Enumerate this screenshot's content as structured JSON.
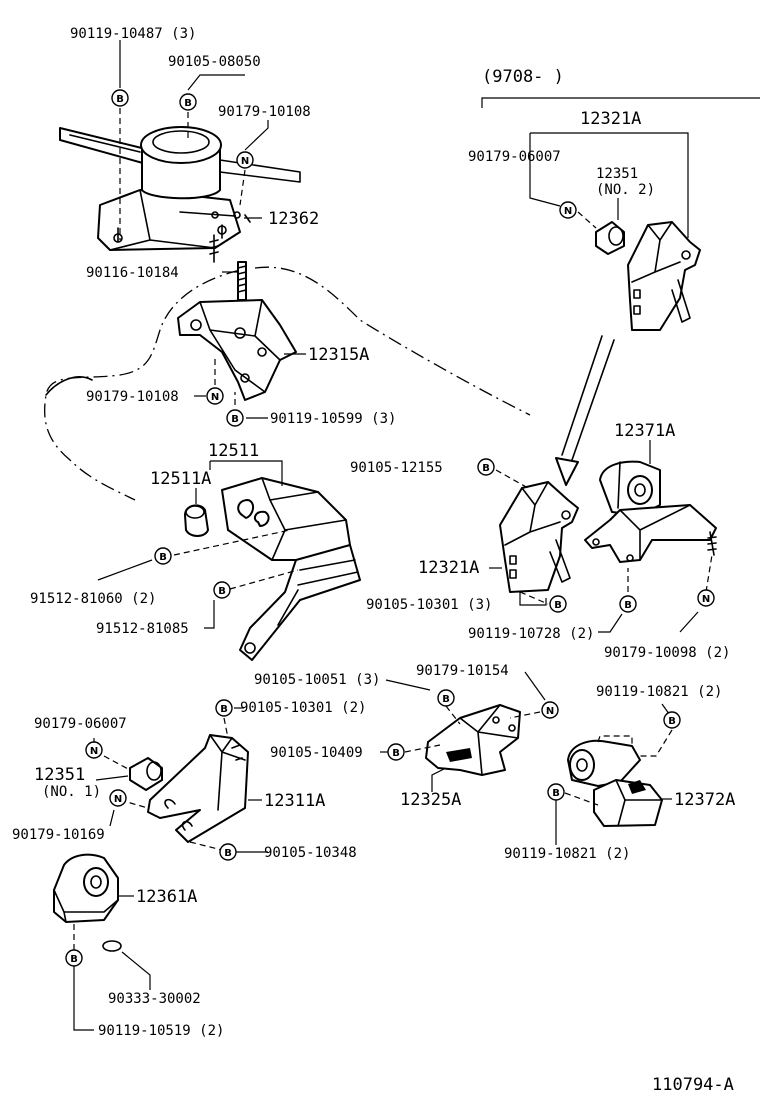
{
  "labels": {
    "l_90119_10487": "90119-10487 (3)",
    "l_90105_08050": "90105-08050",
    "l_90179_10108_top": "90179-10108",
    "l_12362": "12362",
    "l_90116_10184": "90116-10184",
    "l_12315A": "12315A",
    "l_90179_10108_mid": "90179-10108",
    "l_90119_10599": "90119-10599 (3)",
    "l_12511": "12511",
    "l_12511A": "12511A",
    "l_91512_81060": "91512-81060 (2)",
    "l_91512_81085": "91512-81085",
    "l_9708": "(9708-          )",
    "l_12321A_top": "12321A",
    "l_90179_06007_top": "90179-06007",
    "l_12351_top": "12351",
    "l_no2": "(NO. 2)",
    "l_12371A": "12371A",
    "l_90105_12155": "90105-12155",
    "l_12321A_mid": "12321A",
    "l_90105_10301_mid": "90105-10301 (3)",
    "l_90119_10728": "90119-10728 (2)",
    "l_90179_10098": "90179-10098 (2)",
    "l_90105_10051": "90105-10051 (3)",
    "l_90179_10154": "90179-10154",
    "l_90119_10821_top": "90119-10821 (2)",
    "l_90179_06007_low": "90179-06007",
    "l_90105_10301_low": "90105-10301 (2)",
    "l_12351_low": "12351",
    "l_no1": "(NO. 1)",
    "l_90105_10409": "90105-10409",
    "l_12311A": "12311A",
    "l_12325A": "12325A",
    "l_12372A": "12372A",
    "l_90179_10169": "90179-10169",
    "l_90105_10348": "90105-10348",
    "l_90119_10821_low": "90119-10821 (2)",
    "l_12361A": "12361A",
    "l_90333_30002": "90333-30002",
    "l_90119_10519": "90119-10519 (2)",
    "l_110794A": "110794-A"
  },
  "markers": {
    "b": "B",
    "n": "N"
  }
}
